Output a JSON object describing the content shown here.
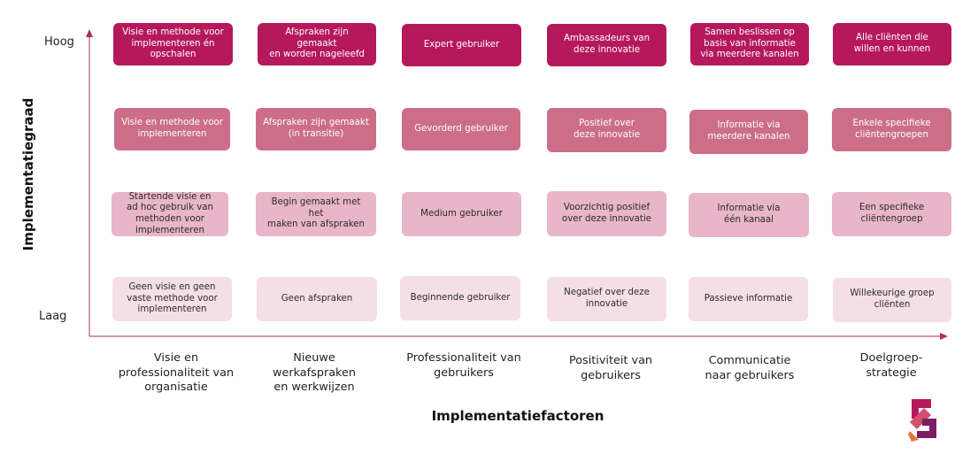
{
  "y_axis": {
    "title": "Implementatiegraad",
    "high": "Hoog",
    "low": "Laag"
  },
  "x_axis": {
    "title": "Implementatiefactoren"
  },
  "columns": [
    "Visie en\nprofessionaliteit van\norganisatie",
    "Nieuwe\nwerkafspraken\nen werkwijzen",
    "Professionaliteit van\ngebruikers",
    "Positiviteit van\ngebruikers",
    "Communicatie\nnaar gebruikers",
    "Doelgroep-\nstrategie"
  ],
  "rows": [
    [
      "Visie en methode voor\nimplementeren én\nopschalen",
      "Afspraken zijn gemaakt\nen worden nageleefd",
      "Expert  gebruiker",
      "Ambassadeurs van\ndeze innovatie",
      "Samen beslissen op\nbasis van informatie\nvia meerdere kanalen",
      "Alle cliënten die\nwillen en kunnen"
    ],
    [
      "Visie en methode voor\nimplementeren",
      "Afspraken zijn gemaakt\n(in transitie)",
      "Gevorderd gebruiker",
      "Positief over\ndeze innovatie",
      "Informatie via\nmeerdere kanalen",
      "Enkele specifieke\ncliëntengroepen"
    ],
    [
      "Startende visie en\nad hoc gebruik van\nmethoden voor\nimplementeren",
      "Begin gemaakt met het\nmaken van afspraken",
      "Medium gebruiker",
      "Voorzichtig positief\nover deze innovatie",
      "Informatie via\néén kanaal",
      "Een specifieke\ncliëntengroep"
    ],
    [
      "Geen visie en geen\nvaste methode voor\nimplementeren",
      "Geen afspraken",
      "Beginnende gebruiker",
      "Negatief over deze\ninnovatie",
      "Passieve informatie",
      "Willekeurige groep\ncliënten"
    ]
  ],
  "colors": {
    "level_4": "#b5195b",
    "level_3": "#cc6e88",
    "level_2": "#e8b6c8",
    "level_1": "#f4dfe6",
    "axis": "#b0304f"
  },
  "icons": {
    "logo": "brand-logo-icon"
  }
}
